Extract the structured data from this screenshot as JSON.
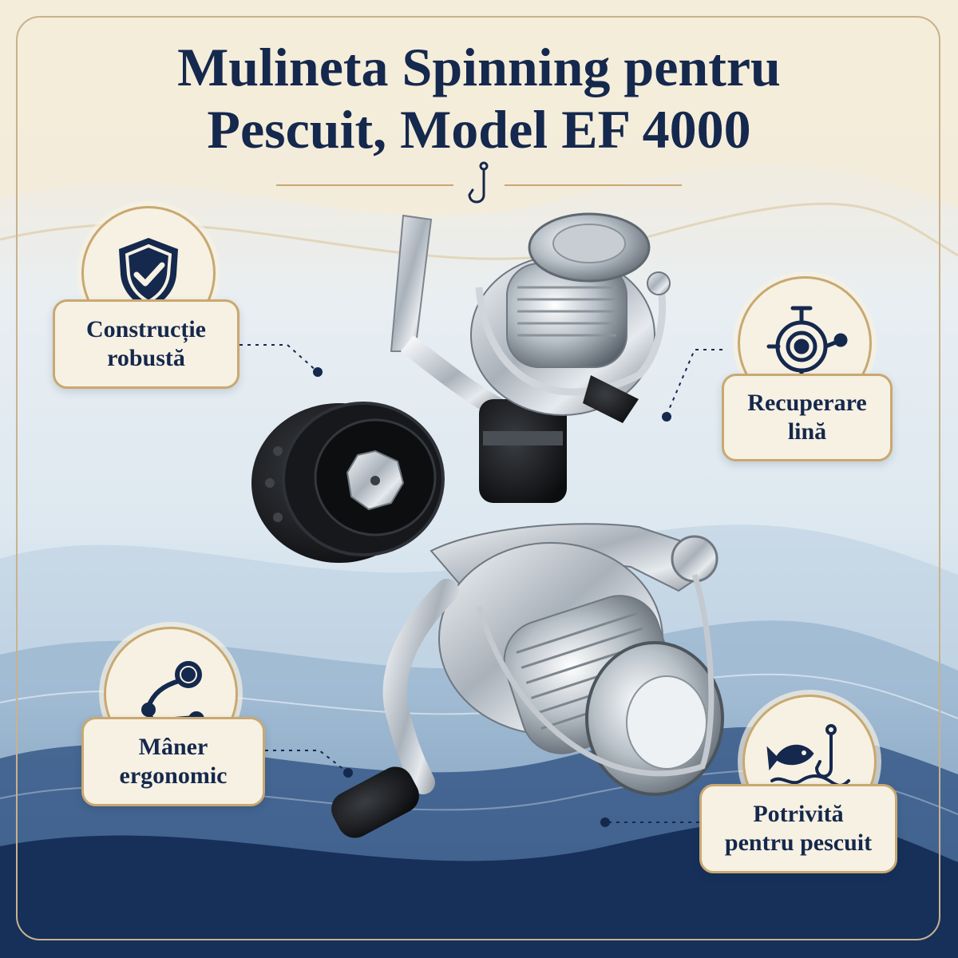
{
  "title": {
    "line1": "Mulineta Spinning pentru",
    "line2": "Pescuit, Model EF 4000"
  },
  "divider_icon": "fishing-hook-icon",
  "features": [
    {
      "icon": "shield-check-icon",
      "label_line1": "Construcție",
      "label_line2": "robustă"
    },
    {
      "icon": "reel-mechanism-icon",
      "label_line1": "Recuperare",
      "label_line2": "lină"
    },
    {
      "icon": "crank-handle-icon",
      "label_line1": "Mâner",
      "label_line2": "ergonomic"
    },
    {
      "icon": "fish-hook-water-icon",
      "label_line1": "Potrivită",
      "label_line2": "pentru pescuit"
    }
  ],
  "colors": {
    "navy": "#15284d",
    "gold": "#c9a870",
    "cream": "#f7f1e3"
  }
}
